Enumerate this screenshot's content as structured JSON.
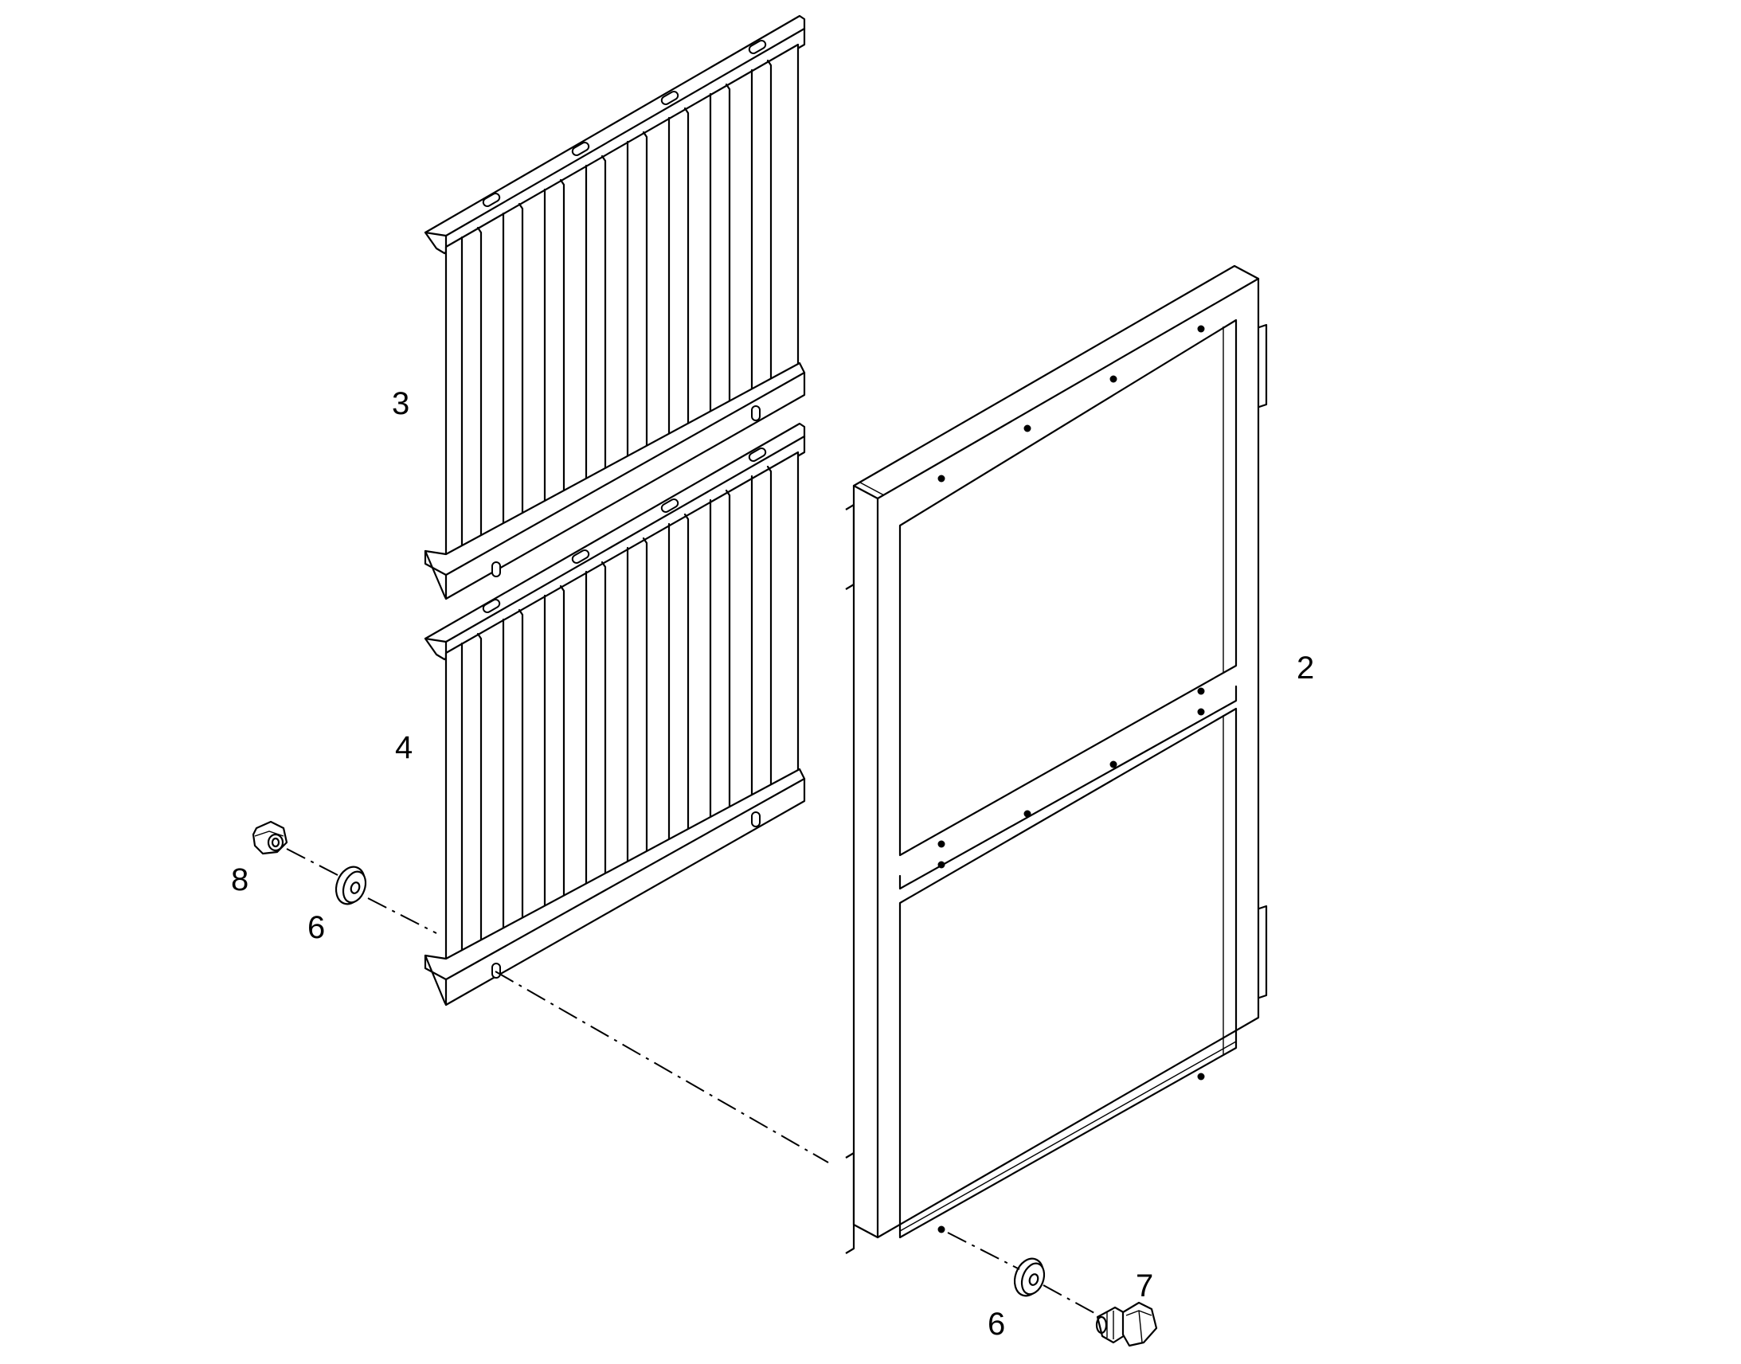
{
  "diagram": {
    "callouts": {
      "frame": "2",
      "upper_louver": "3",
      "lower_louver": "4",
      "washer_left": "6",
      "washer_right": "6",
      "bolt": "7",
      "nut": "8"
    },
    "colors": {
      "line": "#000000",
      "background": "#ffffff"
    }
  }
}
